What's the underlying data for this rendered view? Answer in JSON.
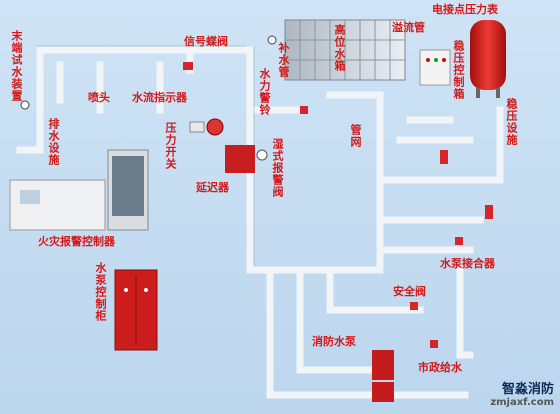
{
  "labels": {
    "end_test": "末端试水装置",
    "drain": "排水设施",
    "sprinkler": "喷头",
    "signal_valve": "信号蝶阀",
    "flow_indicator": "水流指示器",
    "water_bell": "水力警铃",
    "pressure_switch": "压力开关",
    "delay": "延迟器",
    "wet_alarm": "湿式报警阀",
    "fire_panel": "火灾报警控制器",
    "pump_panel": "水泵控制柜",
    "pipe": "管网",
    "tank": "高位水箱",
    "make_up": "补水管",
    "overflow": "溢流管",
    "pressure_gauge": "电接点压力表",
    "stab_panel": "稳压控制箱",
    "stab_facility": "稳压设施",
    "adapter": "水泵接合器",
    "safety_valve": "安全阀",
    "fire_pump": "消防水泵",
    "municipal": "市政给水"
  },
  "watermark": {
    "name": "智淼消防",
    "domain": "zmjaxf.com"
  },
  "colors": {
    "pipe": "#f4f6f8",
    "valve_red": "#d7262a",
    "text_red": "#d21a1a"
  }
}
